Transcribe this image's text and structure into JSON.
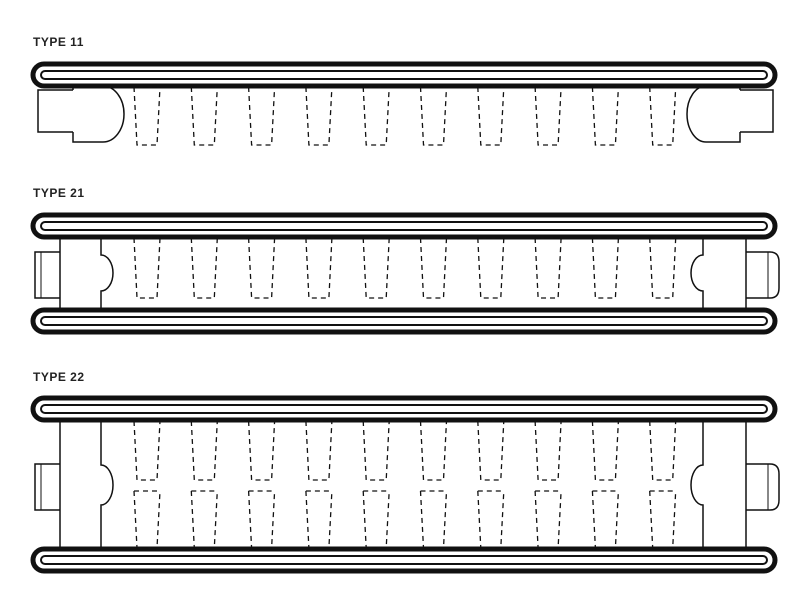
{
  "diagram": {
    "labels": [
      "TYPE 11",
      "TYPE 21",
      "TYPE 22"
    ],
    "fin_count": 10,
    "colors": {
      "stroke": "#111111",
      "background": "#ffffff"
    }
  }
}
